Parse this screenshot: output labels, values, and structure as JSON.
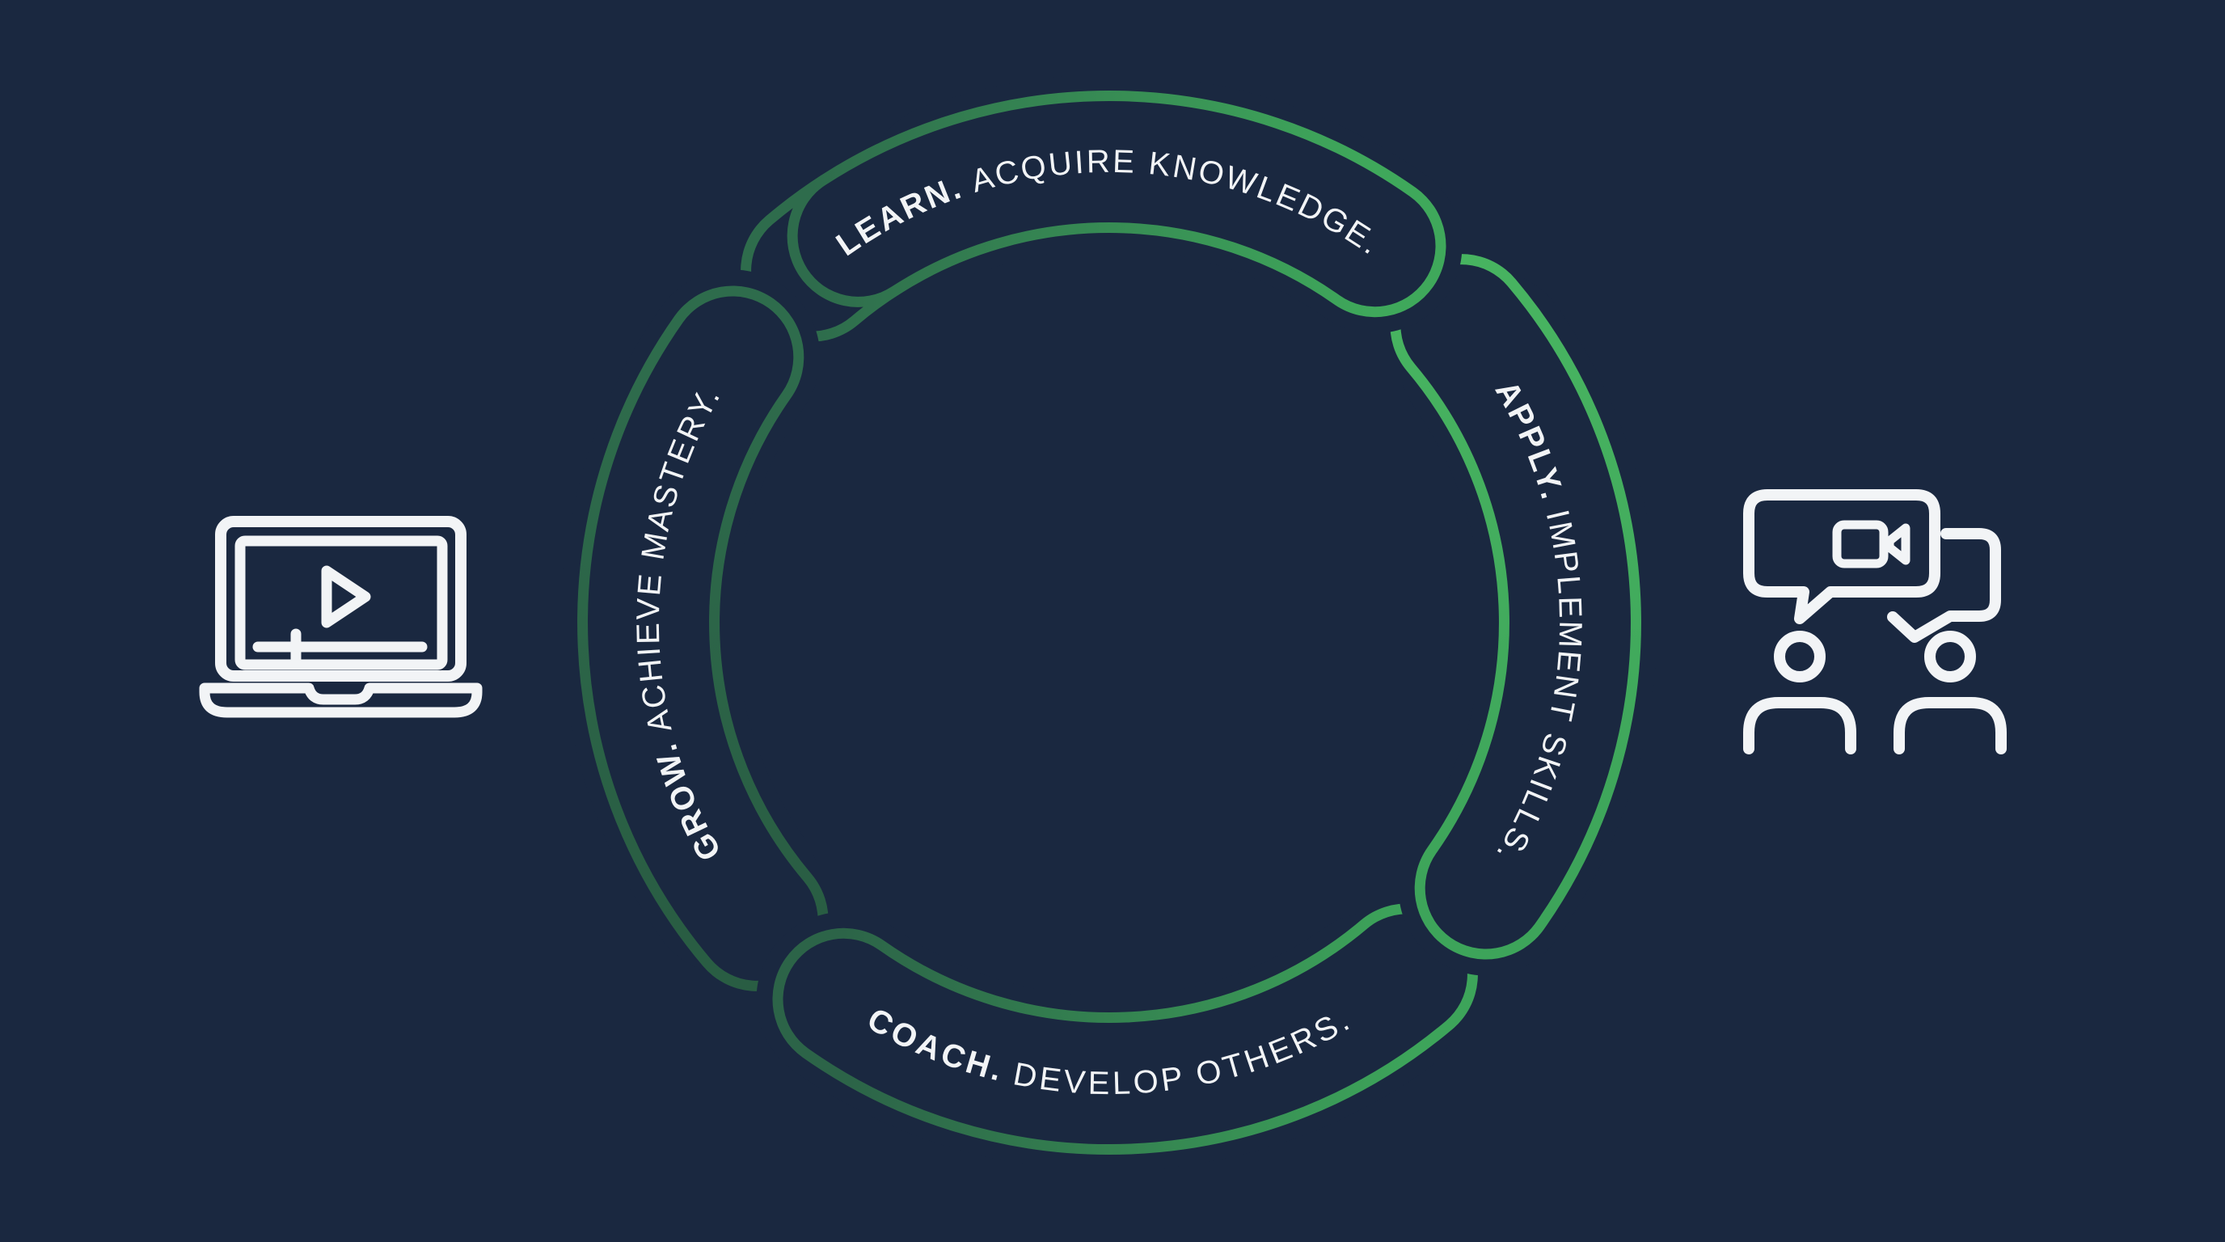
{
  "background_color": "#1a2840",
  "diagram": {
    "name": "learning-cycle",
    "shape": "four-segment-circle",
    "text_color": "#f2f4f6",
    "segments": [
      {
        "id": "learn",
        "position": "top",
        "title": "LEARN.",
        "description": "ACQUIRE KNOWLEDGE.",
        "color_start": "#2e6c4c",
        "color_end": "#3fa85b"
      },
      {
        "id": "apply",
        "position": "right",
        "title": "APPLY.",
        "description": "IMPLEMENT SKILLS.",
        "color_start": "#47b360",
        "color_end": "#3da45a"
      },
      {
        "id": "coach",
        "position": "bottom",
        "title": "COACH.",
        "description": "DEVELOP OTHERS.",
        "color_start": "#3da45a",
        "color_end": "#2c6448"
      },
      {
        "id": "grow",
        "position": "left",
        "title": "GROW.",
        "description": "ACHIEVE MASTERY.",
        "color_start": "#295d43",
        "color_end": "#2e6c4c"
      }
    ]
  },
  "icons": {
    "color": "#f2f4f6",
    "left": {
      "name": "laptop-video-player-icon"
    },
    "right": {
      "name": "video-chat-people-icon"
    }
  }
}
